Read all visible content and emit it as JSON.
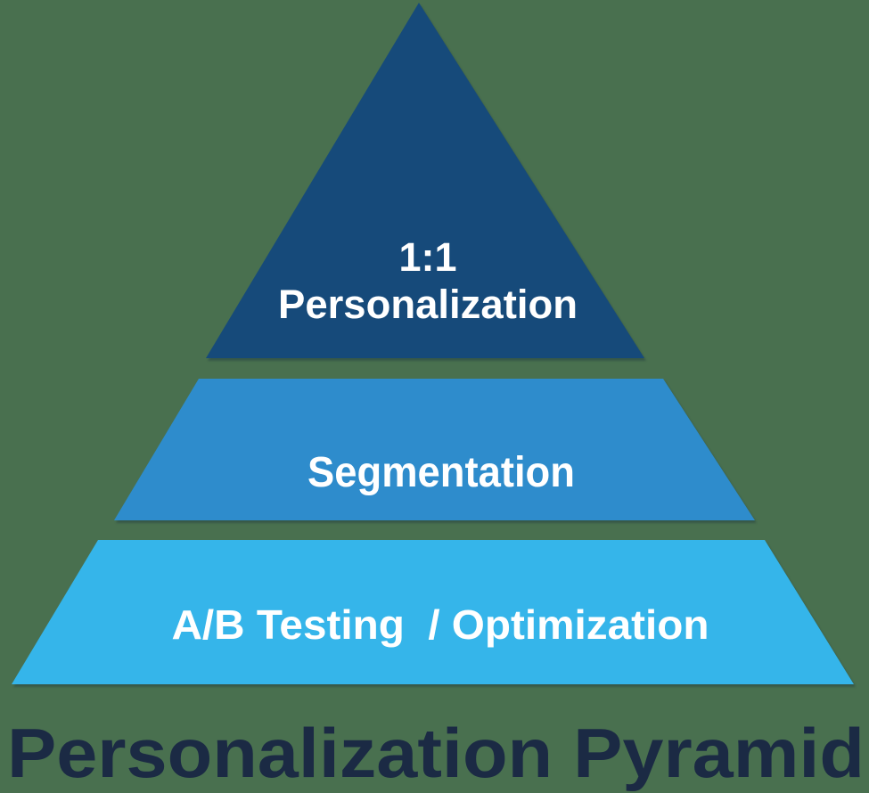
{
  "title": "Personalization Pyramid",
  "colors": {
    "background": "#49704F",
    "title_text": "#1B2A44",
    "label_text": "#FFFFFF"
  },
  "pyramid": {
    "tiers": [
      {
        "name": "1:1 Personalization",
        "label_line1": "1:1",
        "label_line2": "Personalization",
        "color": "#164A7A"
      },
      {
        "name": "Segmentation",
        "label": "Segmentation",
        "color": "#2E8CCC"
      },
      {
        "name": "A/B Testing / Optimization",
        "label": "A/B Testing  / Optimization",
        "color": "#35B5EA"
      }
    ]
  }
}
